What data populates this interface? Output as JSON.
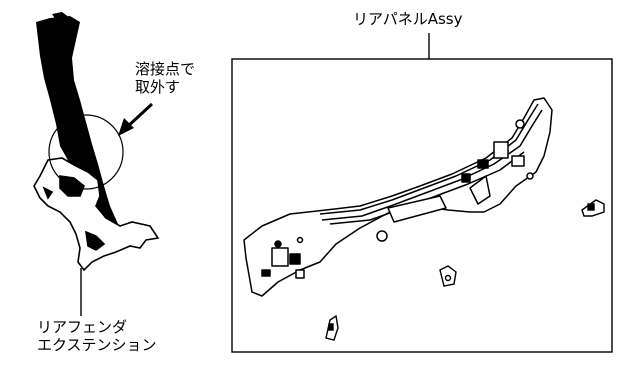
{
  "labels": {
    "panel_title": "リアパネルAssy",
    "note_line1": "溶接点で",
    "note_line2": "取外す",
    "extension_line1": "リアフェンダ",
    "extension_line2": "エクステンション"
  },
  "icons": {
    "arrow": "arrow-icon"
  }
}
